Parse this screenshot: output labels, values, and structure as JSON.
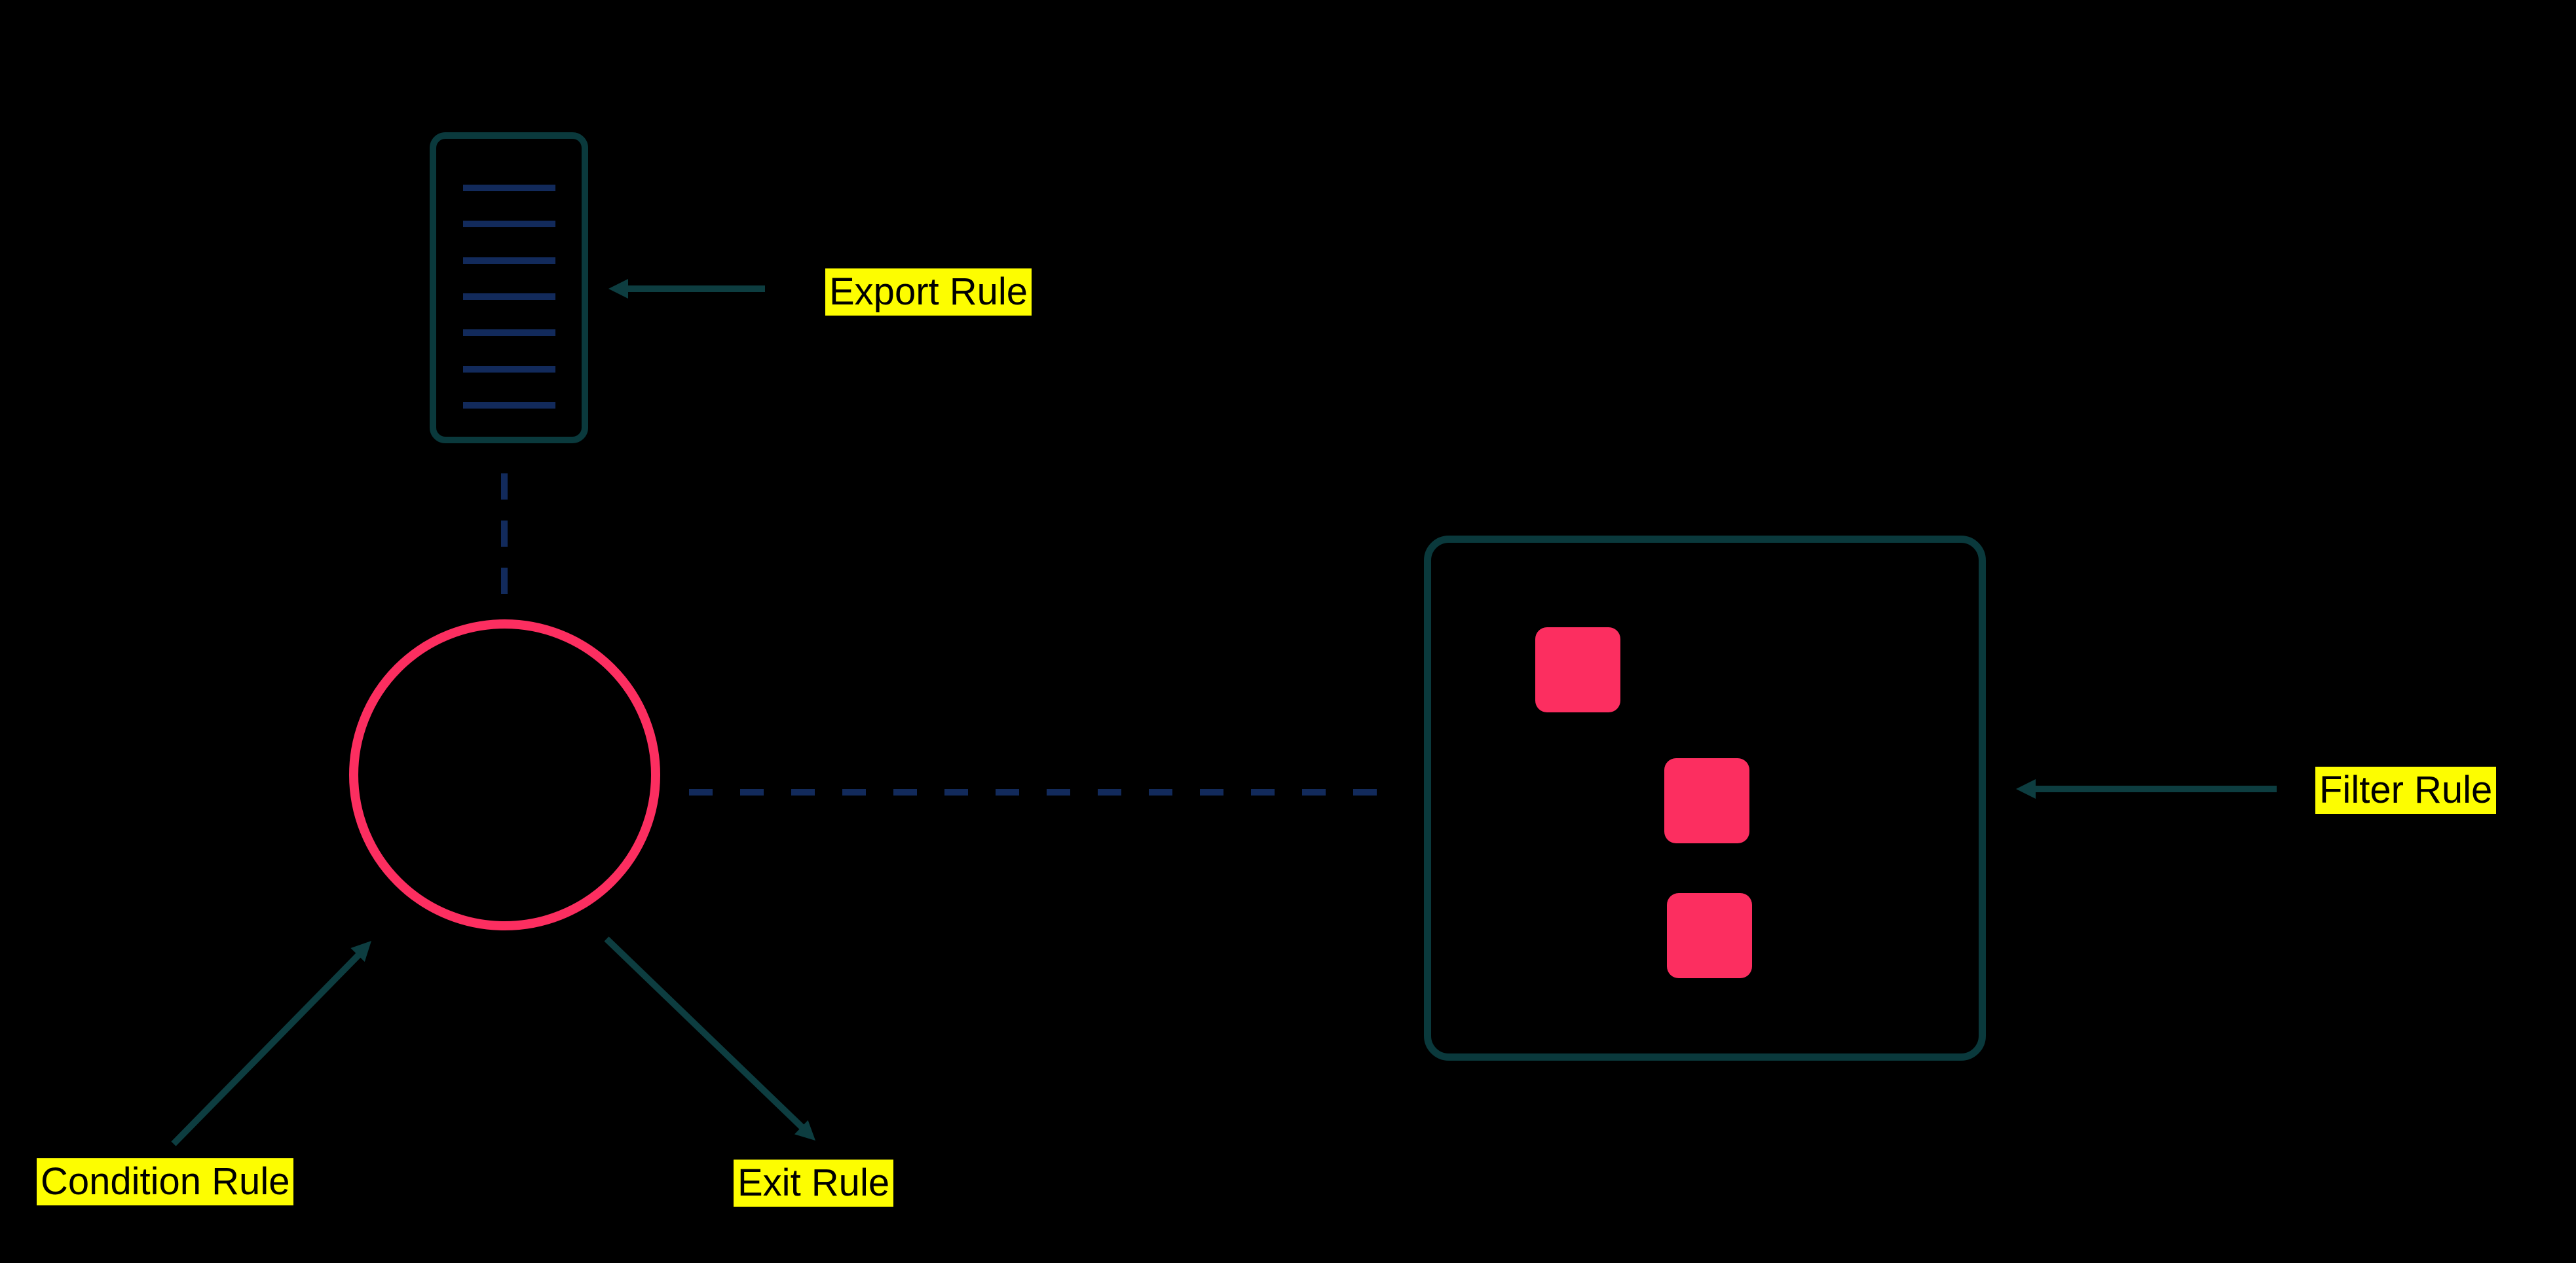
{
  "diagram": {
    "labels": {
      "export_rule": "Export Rule",
      "filter_rule": "Filter Rule",
      "condition_rule": "Condition Rule",
      "exit_rule": "Exit Rule"
    },
    "colors": {
      "canvas_bg": "#000000",
      "node_border_teal": "#0a393c",
      "arrow_teal": "#0d3d40",
      "connector_navy": "#122a5b",
      "shape_pink": "#fc2e60",
      "label_bg": "#fdfd00",
      "label_text": "#000000"
    },
    "export_node": {
      "icon": "list-icon",
      "line_count": 7
    },
    "condition_node": {
      "icon": "circle-icon"
    },
    "filter_node": {
      "icon": "box-icon",
      "square_count": 3
    }
  }
}
